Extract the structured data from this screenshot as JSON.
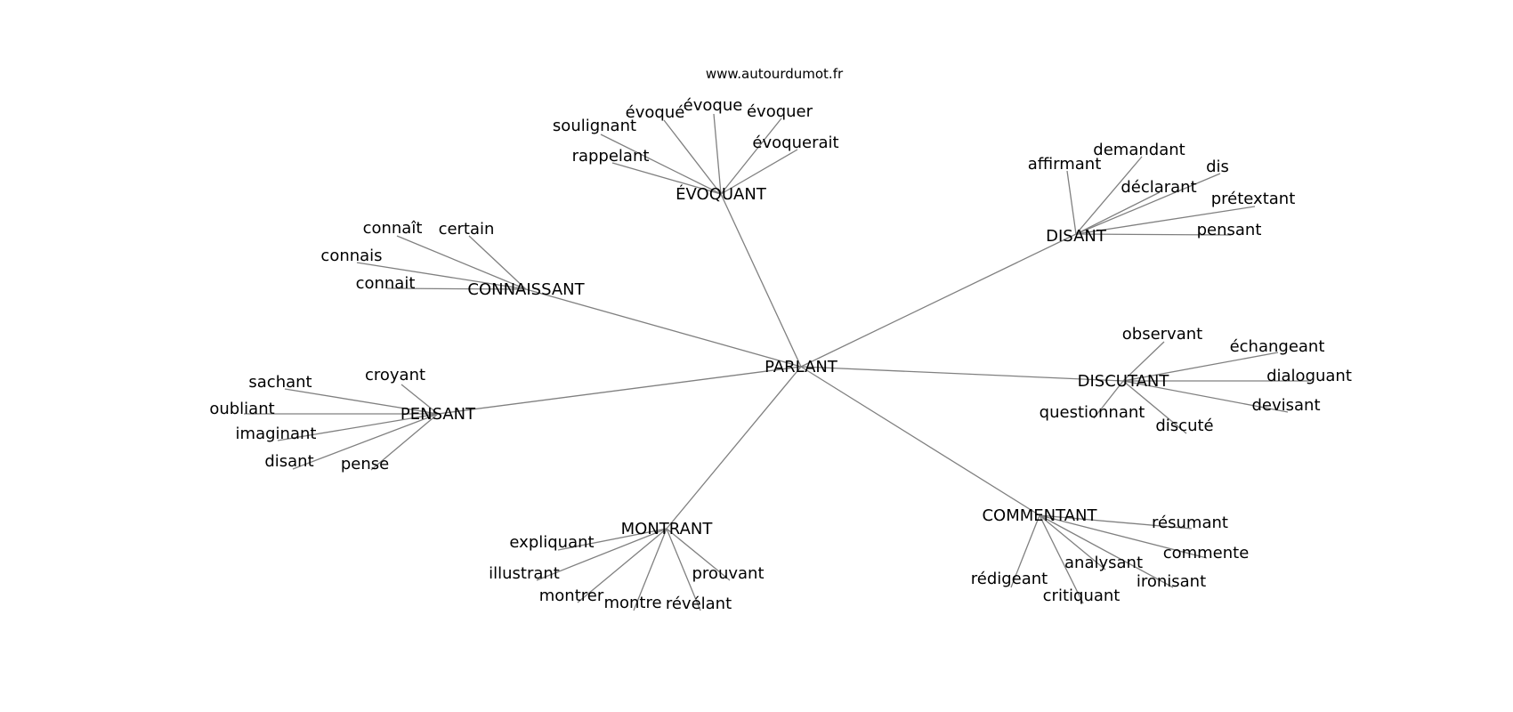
{
  "watermark": "www.autourdumot.fr",
  "center": "PARLANT",
  "clusters": [
    {
      "hub": "ÉVOQUANT",
      "leaves": [
        "soulignant",
        "évoqué",
        "évoque",
        "évoquer",
        "évoquerait",
        "rappelant"
      ]
    },
    {
      "hub": "DISANT",
      "leaves": [
        "affirmant",
        "demandant",
        "dis",
        "déclarant",
        "prétextant",
        "pensant"
      ]
    },
    {
      "hub": "CONNAISSANT",
      "leaves": [
        "connaît",
        "certain",
        "connais",
        "connait"
      ]
    },
    {
      "hub": "PENSANT",
      "leaves": [
        "sachant",
        "croyant",
        "oubliant",
        "imaginant",
        "disant",
        "pense"
      ]
    },
    {
      "hub": "DISCUTANT",
      "leaves": [
        "observant",
        "échangeant",
        "dialoguant",
        "devisant",
        "questionnant",
        "discuté"
      ]
    },
    {
      "hub": "MONTRANT",
      "leaves": [
        "expliquant",
        "illustrant",
        "montrer",
        "montre",
        "révélant",
        "prouvant"
      ]
    },
    {
      "hub": "COMMENTANT",
      "leaves": [
        "résumant",
        "commente",
        "analysant",
        "ironisant",
        "rédigeant",
        "critiquant"
      ]
    }
  ]
}
